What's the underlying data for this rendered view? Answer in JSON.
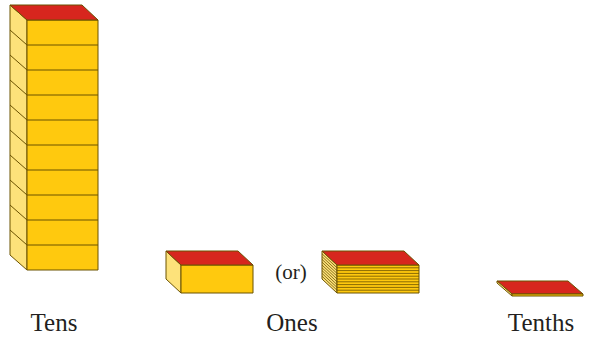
{
  "diagram": {
    "labels": [
      "(or)",
      "Tens",
      "Ones",
      "Tenths"
    ]
  }
}
